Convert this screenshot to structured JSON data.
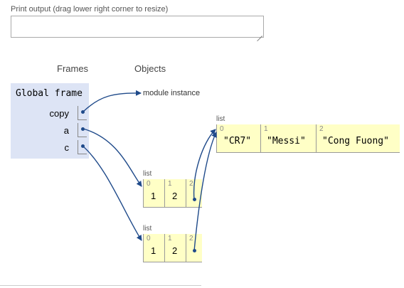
{
  "print_output": {
    "label": "Print output (drag lower right corner to resize)",
    "value": ""
  },
  "headers": {
    "frames": "Frames",
    "objects": "Objects"
  },
  "global_frame": {
    "title": "Global frame",
    "vars": [
      {
        "name": "copy"
      },
      {
        "name": "a"
      },
      {
        "name": "c"
      }
    ]
  },
  "objects": {
    "module": {
      "label": "module instance"
    },
    "list_strings": {
      "type_label": "list",
      "cells": [
        {
          "index": "0",
          "value": "\"CR7\""
        },
        {
          "index": "1",
          "value": "\"Messi\""
        },
        {
          "index": "2",
          "value": "\"Cong Fuong\""
        }
      ]
    },
    "list_a": {
      "type_label": "list",
      "cells": [
        {
          "index": "0",
          "value": "1"
        },
        {
          "index": "1",
          "value": "2"
        },
        {
          "index": "2",
          "value": ""
        }
      ]
    },
    "list_c": {
      "type_label": "list",
      "cells": [
        {
          "index": "0",
          "value": "1"
        },
        {
          "index": "1",
          "value": "2"
        },
        {
          "index": "2",
          "value": ""
        }
      ]
    }
  },
  "colors": {
    "arrow": "#1f4a8a",
    "frame_bg": "#dde4f5",
    "object_bg": "#ffffc6"
  }
}
